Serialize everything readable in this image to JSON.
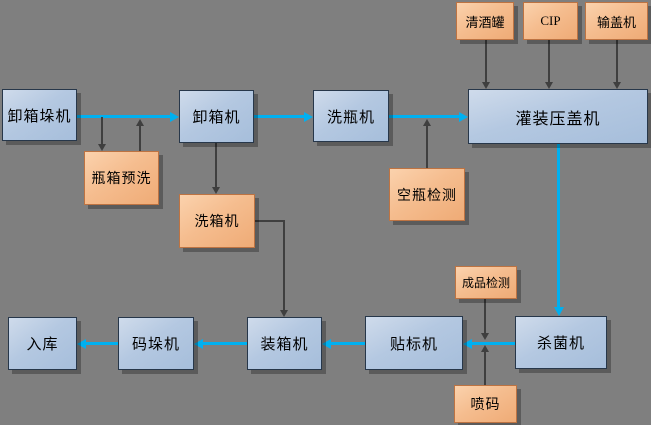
{
  "diagram": {
    "type": "flowchart",
    "background": "#7f7f7f",
    "colors": {
      "process_box_fill_top": "#cfdbeb",
      "process_box_fill_bottom": "#a6bedb",
      "process_box_border": "#27374a",
      "aux_box_fill_top": "#fbd2ad",
      "aux_box_fill_bottom": "#efab76",
      "aux_box_border": "#bd7342",
      "main_flow_arrow": "#00b0f0",
      "aux_arrow": "#3f3f3f",
      "text": "#000000"
    },
    "nodes": {
      "unload_palletizer": {
        "label": "卸箱垛机"
      },
      "pre_wash": {
        "label": "瓶箱预洗"
      },
      "unload_boxer": {
        "label": "卸箱机"
      },
      "box_washer": {
        "label": "洗箱机"
      },
      "bottle_washer": {
        "label": "洗瓶机"
      },
      "empty_bottle_inspection": {
        "label": "空瓶检测"
      },
      "sake_tank": {
        "label": "清酒罐"
      },
      "cip": {
        "label": "CIP"
      },
      "cap_feeder": {
        "label": "输盖机"
      },
      "filler_capper": {
        "label": "灌装压盖机"
      },
      "sterilizer": {
        "label": "杀菌机"
      },
      "product_inspection": {
        "label": "成品检测"
      },
      "ink_jet_coder": {
        "label": "喷码"
      },
      "labeler": {
        "label": "贴标机"
      },
      "case_packer": {
        "label": "装箱机"
      },
      "palletizer": {
        "label": "码垛机"
      },
      "warehouse": {
        "label": "入库"
      }
    },
    "edges": [
      {
        "from": "unload_palletizer",
        "to": "unload_boxer",
        "style": "flow"
      },
      {
        "from": "unload_boxer",
        "to": "bottle_washer",
        "style": "flow"
      },
      {
        "from": "bottle_washer",
        "to": "filler_capper",
        "style": "flow"
      },
      {
        "from": "filler_capper",
        "to": "sterilizer",
        "style": "flow"
      },
      {
        "from": "sterilizer",
        "to": "labeler",
        "style": "flow"
      },
      {
        "from": "labeler",
        "to": "case_packer",
        "style": "flow"
      },
      {
        "from": "case_packer",
        "to": "palletizer",
        "style": "flow"
      },
      {
        "from": "palletizer",
        "to": "warehouse",
        "style": "flow"
      },
      {
        "from": "unload_palletizer",
        "to": "pre_wash",
        "style": "aux"
      },
      {
        "from": "pre_wash",
        "to": "unload_boxer",
        "style": "aux"
      },
      {
        "from": "unload_boxer",
        "to": "box_washer",
        "style": "aux"
      },
      {
        "from": "box_washer",
        "to": "case_packer",
        "style": "aux"
      },
      {
        "from": "empty_bottle_inspection",
        "to": "filler_capper",
        "style": "aux"
      },
      {
        "from": "sake_tank",
        "to": "filler_capper",
        "style": "aux"
      },
      {
        "from": "cip",
        "to": "filler_capper",
        "style": "aux"
      },
      {
        "from": "cap_feeder",
        "to": "filler_capper",
        "style": "aux"
      },
      {
        "from": "product_inspection",
        "to": "labeler",
        "style": "aux"
      },
      {
        "from": "ink_jet_coder",
        "to": "labeler",
        "style": "aux"
      }
    ]
  }
}
